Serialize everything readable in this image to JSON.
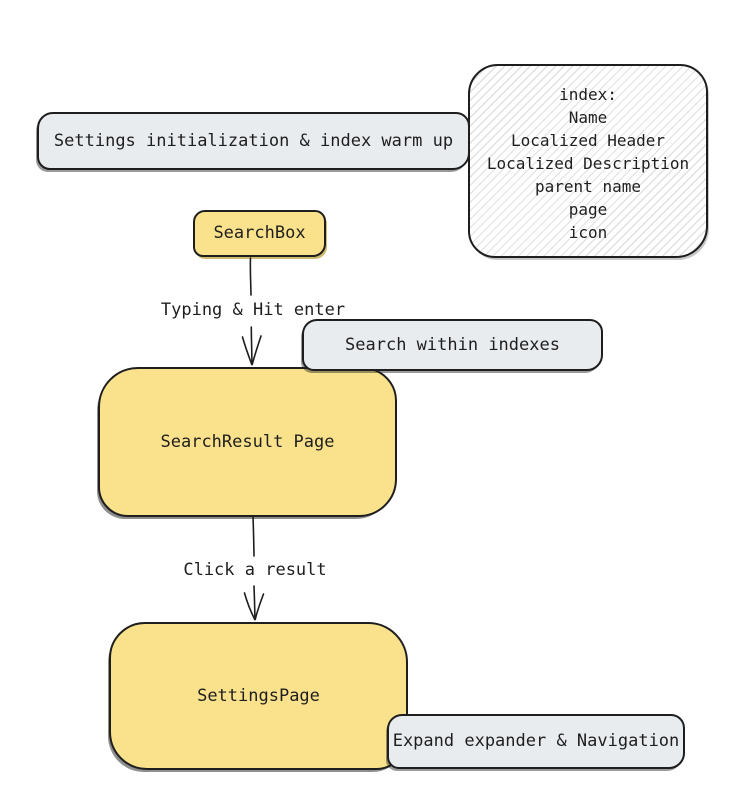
{
  "diagram": {
    "nodes": {
      "settings_init": {
        "label": "Settings initialization & index warm up"
      },
      "index_note": {
        "lines": [
          "index:",
          "Name",
          "Localized Header",
          "Localized Description",
          "parent name",
          "page",
          "icon"
        ]
      },
      "searchbox": {
        "label": "SearchBox"
      },
      "search_within": {
        "label": "Search within indexes"
      },
      "search_result": {
        "label": "SearchResult Page"
      },
      "settings_page": {
        "label": "SettingsPage"
      },
      "expand_nav": {
        "label": "Expand expander & Navigation"
      }
    },
    "edges": {
      "typing": {
        "label": "Typing & Hit enter"
      },
      "click": {
        "label": "Click a result"
      }
    }
  },
  "colors": {
    "node_yellow": "#fae28c",
    "node_gray": "#e9ecef",
    "stroke": "#1e1e1e",
    "hatch_line": "#e0e0e0",
    "text": "#1e1e1e",
    "background": "#ffffff"
  }
}
